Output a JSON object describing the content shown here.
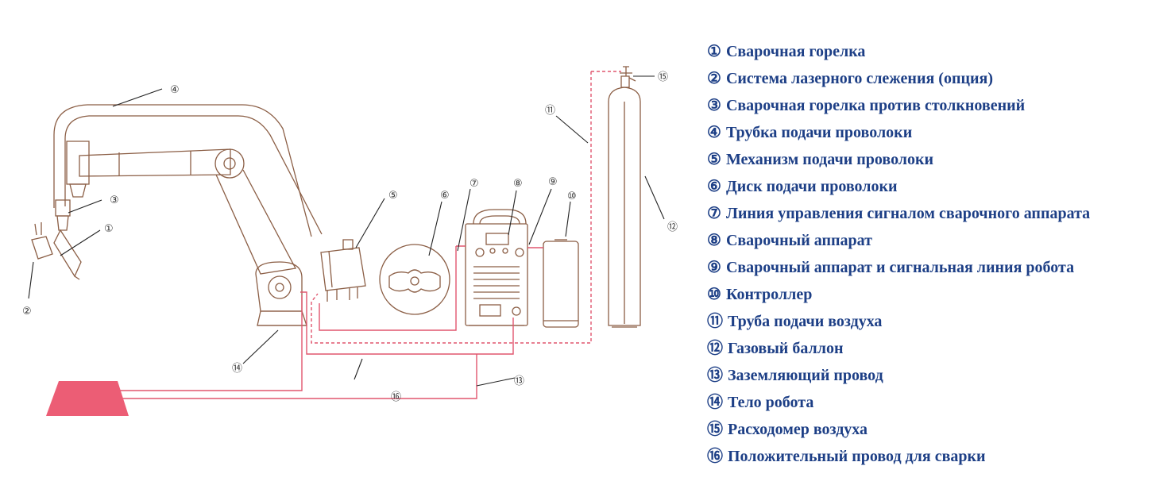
{
  "colors": {
    "outline": "#8b5e45",
    "cable": "#e0566e",
    "ground": "#ec5d75",
    "legend_text": "#1d3f86",
    "leader": "#222222"
  },
  "callouts": {
    "c1": "①",
    "c2": "②",
    "c3": "③",
    "c4": "④",
    "c5": "⑤",
    "c6": "⑥",
    "c7": "⑦",
    "c8": "⑧",
    "c9": "⑨",
    "c10": "⑩",
    "c11": "⑪",
    "c12": "⑫",
    "c13": "⑬",
    "c14": "⑭",
    "c15": "⑮",
    "c16": "⑯"
  },
  "legend": [
    {
      "num": "①",
      "label": "Сварочная горелка"
    },
    {
      "num": "②",
      "label": "Система лазерного слежения (опция)"
    },
    {
      "num": "③",
      "label": "Сварочная горелка против столкновений"
    },
    {
      "num": "④",
      "label": "Трубка подачи проволоки"
    },
    {
      "num": "⑤",
      "label": "Механизм подачи проволоки"
    },
    {
      "num": "⑥",
      "label": "Диск подачи проволоки"
    },
    {
      "num": "⑦",
      "label": "Линия управления сигналом сварочного аппарата"
    },
    {
      "num": "⑧",
      "label": "Сварочный аппарат"
    },
    {
      "num": "⑨",
      "label": "Сварочный аппарат и сигнальная линия робота"
    },
    {
      "num": "⑩",
      "label": "Контроллер"
    },
    {
      "num": "⑪",
      "label": "Труба подачи воздуха"
    },
    {
      "num": "⑫",
      "label": "Газовый баллон"
    },
    {
      "num": "⑬",
      "label": "Заземляющий провод"
    },
    {
      "num": "⑭",
      "label": "Тело робота"
    },
    {
      "num": "⑮",
      "label": "Расходомер воздуха"
    },
    {
      "num": "⑯",
      "label": "Положительный провод для сварки"
    }
  ]
}
